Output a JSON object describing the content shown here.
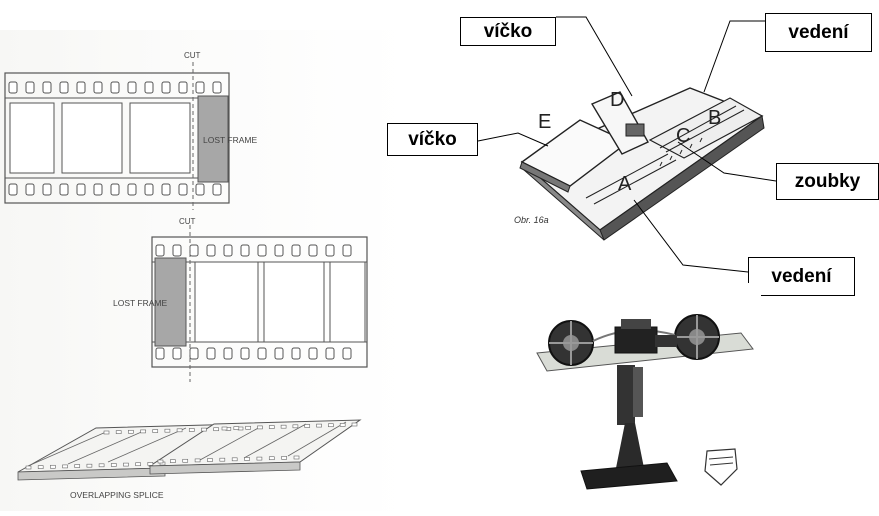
{
  "splice_diagram": {
    "cut_label_top": "CUT",
    "cut_label_middle": "CUT",
    "lost_frame_top": "LOST FRAME",
    "lost_frame_middle": "LOST FRAME",
    "overlapping_label": "OVERLAPPING SPLICE"
  },
  "splicer_diagram": {
    "letter_e": "E",
    "letter_d": "D",
    "letter_c": "C",
    "letter_b": "B",
    "letter_a": "A",
    "figure_caption": "Obr. 16a"
  },
  "callouts": {
    "vicko_top": "víčko",
    "vicko_left": "víčko",
    "vedeni_top": "vedení",
    "vedeni_bottom": "vedení",
    "zoubky": "zoubky"
  },
  "colors": {
    "lost_frame_fill": "#a7a7a7",
    "line": "#555555",
    "photo_base": "#2a2a2a"
  }
}
